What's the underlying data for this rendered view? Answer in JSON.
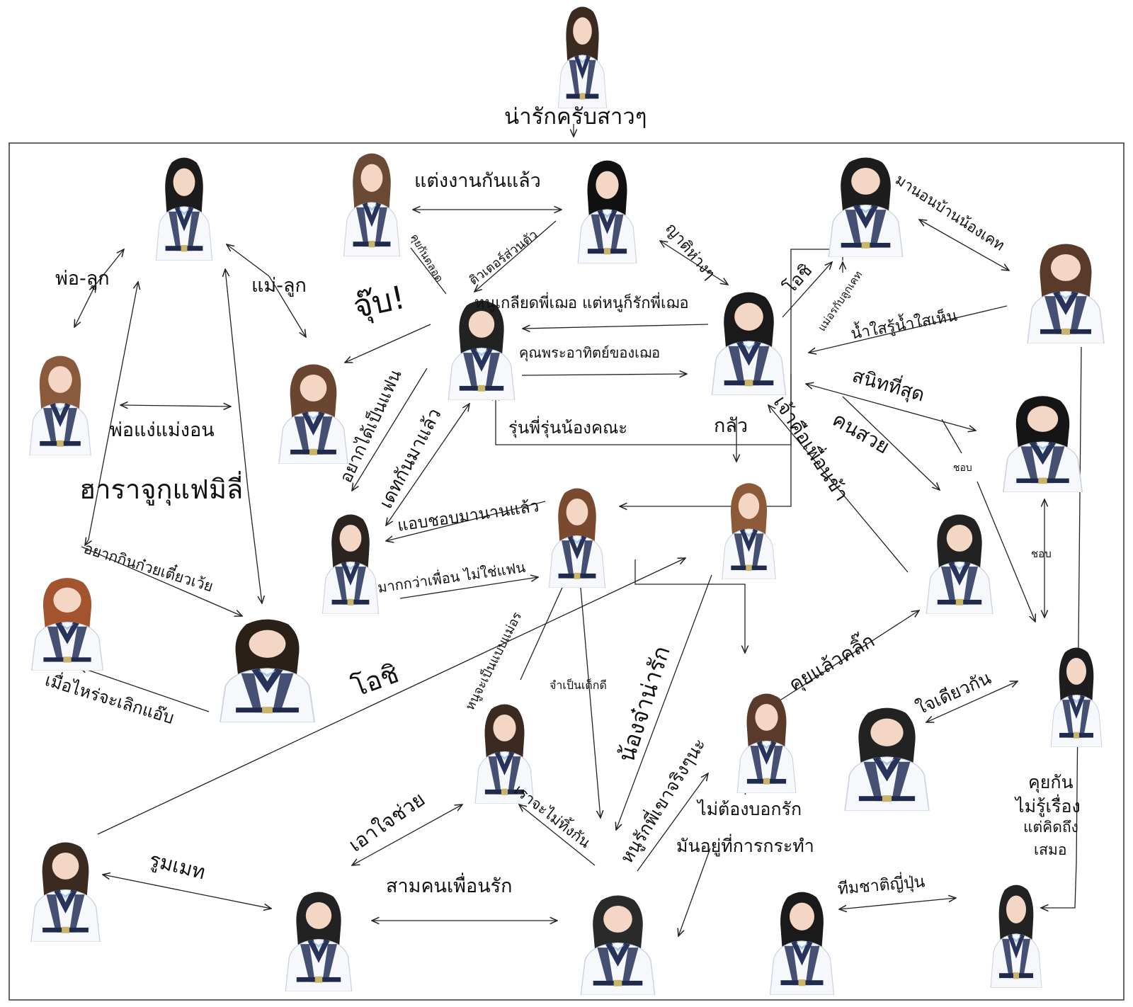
{
  "nodes": [
    {
      "id": "n0",
      "top": true
    },
    {
      "id": "n1"
    },
    {
      "id": "n2"
    },
    {
      "id": "n3"
    },
    {
      "id": "n4"
    },
    {
      "id": "n5"
    },
    {
      "id": "n6"
    },
    {
      "id": "n7"
    },
    {
      "id": "n8"
    },
    {
      "id": "n9"
    },
    {
      "id": "n10"
    },
    {
      "id": "n11"
    },
    {
      "id": "n12"
    },
    {
      "id": "n13"
    },
    {
      "id": "n14"
    },
    {
      "id": "n15"
    },
    {
      "id": "n16"
    },
    {
      "id": "n17"
    },
    {
      "id": "n18"
    },
    {
      "id": "n19"
    },
    {
      "id": "n20"
    },
    {
      "id": "n21"
    },
    {
      "id": "n22"
    },
    {
      "id": "n23"
    },
    {
      "id": "n24"
    },
    {
      "id": "n25"
    },
    {
      "id": "n26"
    }
  ],
  "labels": {
    "top": "น่ารักครับสาวๆ",
    "l1": "แต่งงานกันแล้ว",
    "l2": "คุยกันตลอด",
    "l3": "ติวเตอร์ส่วนตัว",
    "l4": "ญาติห่างๆ",
    "l5": "มานอนบ้านน้องเคท",
    "l6": "โอชิ",
    "l7": "แม่อรกับลูกเคท",
    "l8": "น้ำใสรู้น้ำใสเห็น",
    "l9": "พ่อ-ลูก",
    "l10": "แม่-ลูก",
    "l11": "จุ๊บ!",
    "l12": "หนูเกลียดพี่เฌอ แต่หนูก็รักพี่เฌอ",
    "l13": "คุณพระอาทิตย์ของเฌอ",
    "l14": "สนิทที่สุด",
    "l15": "คนสวย",
    "l16": "ชอบ",
    "l17": "พ่อแง่แม่งอน",
    "l18": "ฮาราจูกุแฟมิลี่",
    "l19": "อยากได้เป็นแฟน",
    "l20": "เดทกันมาแล้ว",
    "l21": "รุ่นพี่รุ่นน้องคณะ",
    "l22": "กลัว",
    "l23": "เจ้าคือเพื่อนข้า",
    "l24": "แอบชอบมานานแล้ว",
    "l25": "มากกว่าเพื่อน ไม่ใช่แฟน",
    "l26": "อยากกินก๋วยเตี๋ยวเว้ย",
    "l27": "ชอบ",
    "l28": "หนูจะเป็นแบบแม่อร",
    "l29": "จำเป็นเด็กดี",
    "l30": "น้องจ๋าน่ารัก",
    "l31": "คุยแล้วคลิ๊ก",
    "l32": "ใจเดียวกัน",
    "l33": "โอชิ",
    "l34": "เมื่อไหร่จะเลิกแอ๊บ",
    "l35": "หนูรักพี่เขาจริงๆนะ",
    "l36": "ไม่ต้องบอกรัก",
    "l37": "มันอยู่ที่การกระทำ",
    "l38": "คุยกัน",
    "l39": "ไม่รู้เรื่อง",
    "l40": "แต่คิดถึง",
    "l41": "เสมอ",
    "l42": "เอาใจช่วย",
    "l43": "เราจะไม่ทิ้งกัน",
    "l44": "รูมเมท",
    "l45": "สามคนเพื่อนรัก",
    "l46": "ทีมชาติญี่ปุ่น"
  }
}
